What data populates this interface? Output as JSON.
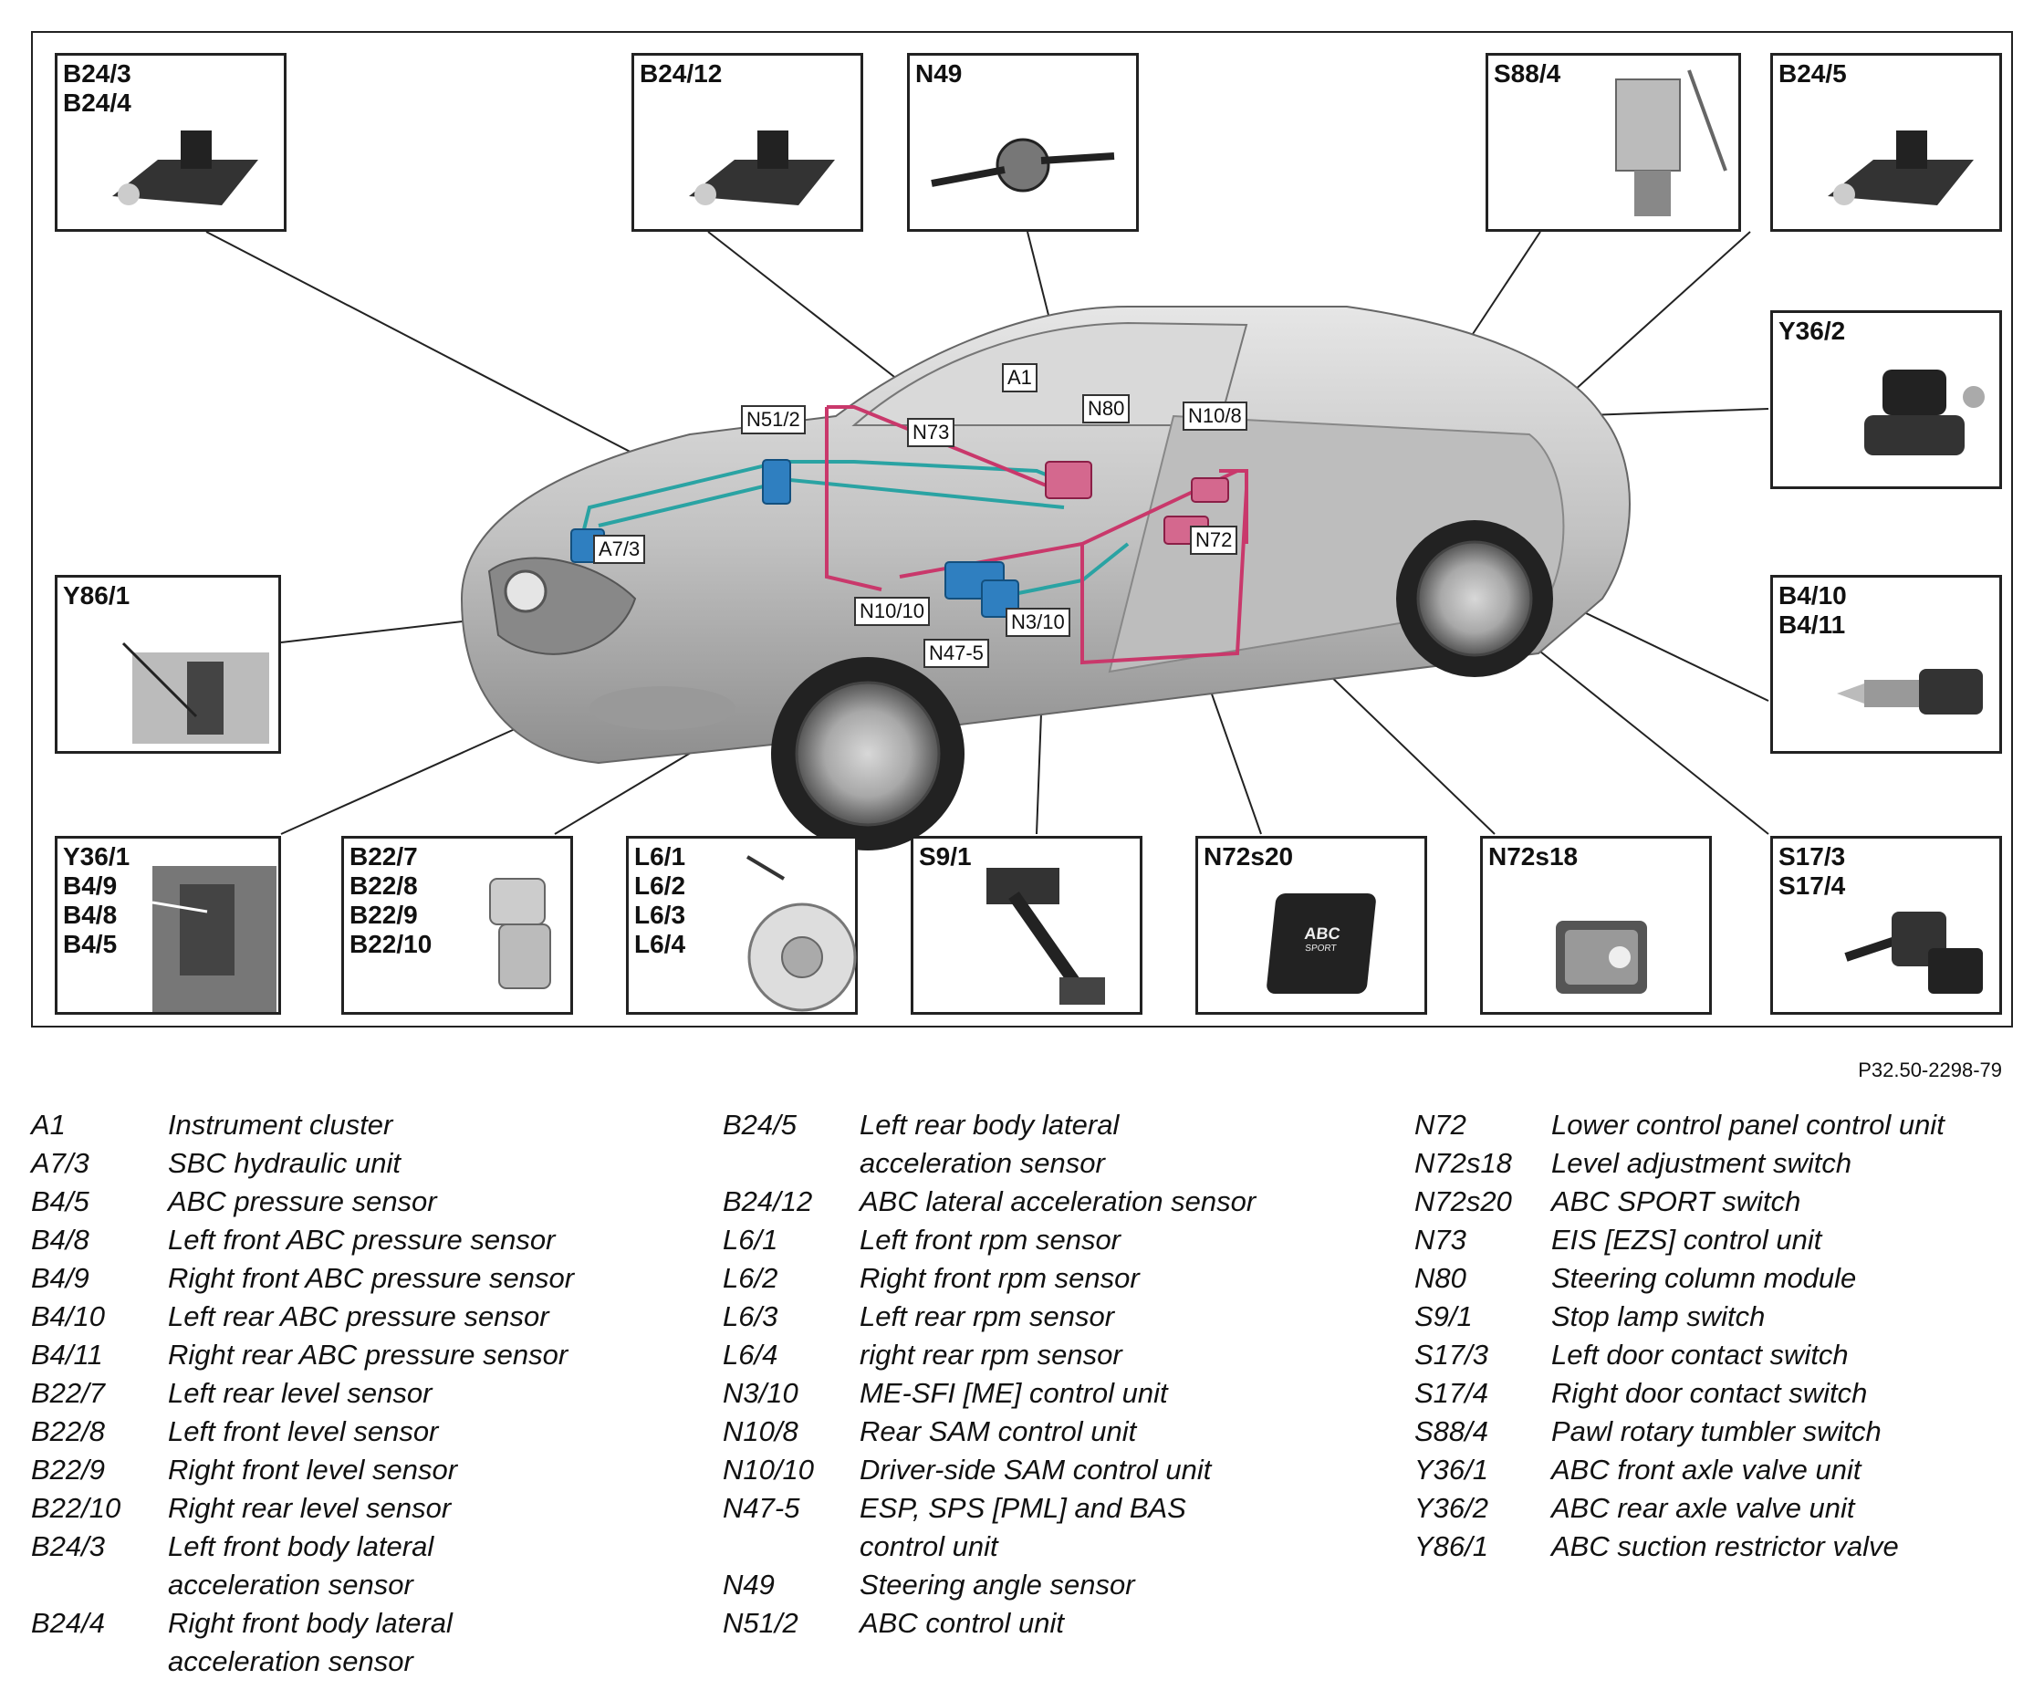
{
  "callouts": {
    "b24_3_4": [
      "B24/3",
      "B24/4"
    ],
    "b24_12": [
      "B24/12"
    ],
    "n49": [
      "N49"
    ],
    "s88_4": [
      "S88/4"
    ],
    "b24_5": [
      "B24/5"
    ],
    "y36_2": [
      "Y36/2"
    ],
    "y86_1": [
      "Y86/1"
    ],
    "b4_10_11": [
      "B4/10",
      "B4/11"
    ],
    "y36_1": [
      "Y36/1",
      "B4/9",
      "B4/8",
      "B4/5"
    ],
    "b22": [
      "B22/7",
      "B22/8",
      "B22/9",
      "B22/10"
    ],
    "l6": [
      "L6/1",
      "L6/2",
      "L6/3",
      "L6/4"
    ],
    "s9_1": [
      "S9/1"
    ],
    "n72s20": [
      "N72s20"
    ],
    "n72s18": [
      "N72s18"
    ],
    "s17": [
      "S17/3",
      "S17/4"
    ]
  },
  "car_tags": {
    "a1": "A1",
    "n80": "N80",
    "n51_2": "N51/2",
    "n73": "N73",
    "n10_8": "N10/8",
    "a7_3": "A7/3",
    "n72": "N72",
    "n10_10": "N10/10",
    "n3_10": "N3/10",
    "n47_5": "N47-5"
  },
  "switch_text": {
    "abc": "ABC",
    "sport": "SPORT"
  },
  "figure_ref": "P32.50-2298-79",
  "legend": [
    [
      {
        "code": "A1",
        "desc": "Instrument cluster"
      },
      {
        "code": "A7/3",
        "desc": "SBC hydraulic unit"
      },
      {
        "code": "B4/5",
        "desc": "ABC pressure sensor"
      },
      {
        "code": "B4/8",
        "desc": "Left front ABC pressure sensor"
      },
      {
        "code": "B4/9",
        "desc": "Right front ABC pressure sensor"
      },
      {
        "code": "B4/10",
        "desc": "Left rear ABC pressure sensor"
      },
      {
        "code": "B4/11",
        "desc": "Right rear ABC pressure sensor"
      },
      {
        "code": "B22/7",
        "desc": "Left rear level sensor"
      },
      {
        "code": "B22/8",
        "desc": "Left front level sensor"
      },
      {
        "code": "B22/9",
        "desc": "Right front level sensor"
      },
      {
        "code": "B22/10",
        "desc": "Right rear level sensor"
      },
      {
        "code": "B24/3",
        "desc": "Left front body lateral\nacceleration sensor"
      },
      {
        "code": "B24/4",
        "desc": "Right front body lateral\nacceleration sensor"
      }
    ],
    [
      {
        "code": "B24/5",
        "desc": "Left rear body lateral\nacceleration sensor"
      },
      {
        "code": "B24/12",
        "desc": "ABC lateral acceleration sensor"
      },
      {
        "code": "L6/1",
        "desc": "Left front rpm sensor"
      },
      {
        "code": "L6/2",
        "desc": "Right front rpm sensor"
      },
      {
        "code": "L6/3",
        "desc": "Left rear rpm sensor"
      },
      {
        "code": "L6/4",
        "desc": "right rear rpm sensor"
      },
      {
        "code": "N3/10",
        "desc": "ME-SFI [ME] control unit"
      },
      {
        "code": "N10/8",
        "desc": "Rear SAM control unit"
      },
      {
        "code": "N10/10",
        "desc": "Driver-side SAM control unit"
      },
      {
        "code": "N47-5",
        "desc": "ESP, SPS [PML] and BAS\ncontrol unit"
      },
      {
        "code": "N49",
        "desc": "Steering angle sensor"
      },
      {
        "code": "N51/2",
        "desc": "ABC control unit"
      }
    ],
    [
      {
        "code": "N72",
        "desc": "Lower control panel control unit"
      },
      {
        "code": "N72s18",
        "desc": "Level adjustment switch"
      },
      {
        "code": "N72s20",
        "desc": "ABC SPORT switch"
      },
      {
        "code": "N73",
        "desc": "EIS [EZS] control unit"
      },
      {
        "code": "N80",
        "desc": "Steering column module"
      },
      {
        "code": "S9/1",
        "desc": "Stop lamp switch"
      },
      {
        "code": "S17/3",
        "desc": "Left door contact switch"
      },
      {
        "code": "S17/4",
        "desc": "Right door contact switch"
      },
      {
        "code": "S88/4",
        "desc": "Pawl rotary tumbler switch"
      },
      {
        "code": "Y36/1",
        "desc": "ABC front axle valve unit"
      },
      {
        "code": "Y36/2",
        "desc": "ABC rear axle valve unit"
      },
      {
        "code": "Y86/1",
        "desc": "ABC suction restrictor valve"
      }
    ]
  ],
  "colors": {
    "wiring_pink": "#c9386b",
    "hydraulic_teal": "#2aa3a3",
    "component_blue": "#2f7fc0",
    "car_body": "#c7c7c7"
  }
}
